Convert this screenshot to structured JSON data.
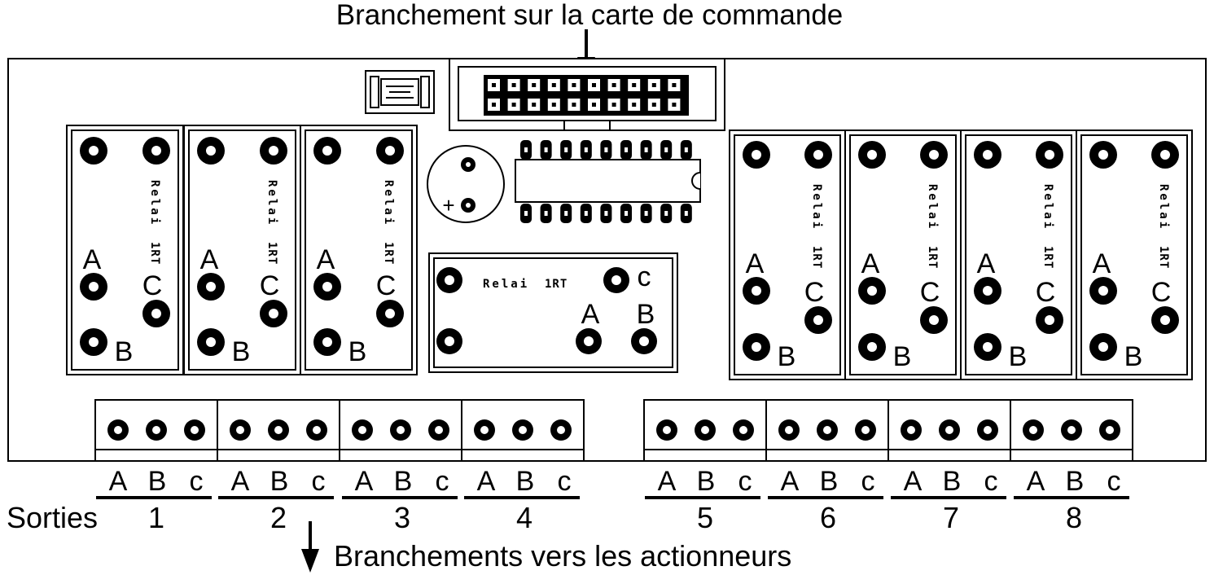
{
  "header": {
    "text": "Branchement sur la carte de commande"
  },
  "footer": {
    "text": "Branchements vers les actionneurs"
  },
  "outputs": {
    "label": "Sorties"
  },
  "relay": {
    "name": "Relai",
    "type": "1RT"
  },
  "terminals": {
    "a": "A",
    "b": "B",
    "c": "c",
    "c_upper": "C"
  },
  "capacitor": {
    "polarity": "+"
  },
  "output_groups": [
    {
      "number": "1",
      "pins": [
        "A",
        "B",
        "c"
      ]
    },
    {
      "number": "2",
      "pins": [
        "A",
        "B",
        "c"
      ]
    },
    {
      "number": "3",
      "pins": [
        "A",
        "B",
        "c"
      ]
    },
    {
      "number": "4",
      "pins": [
        "A",
        "B",
        "c"
      ]
    },
    {
      "number": "5",
      "pins": [
        "A",
        "B",
        "c"
      ]
    },
    {
      "number": "6",
      "pins": [
        "A",
        "B",
        "c"
      ]
    },
    {
      "number": "7",
      "pins": [
        "A",
        "B",
        "c"
      ]
    },
    {
      "number": "8",
      "pins": [
        "A",
        "B",
        "c"
      ]
    }
  ]
}
